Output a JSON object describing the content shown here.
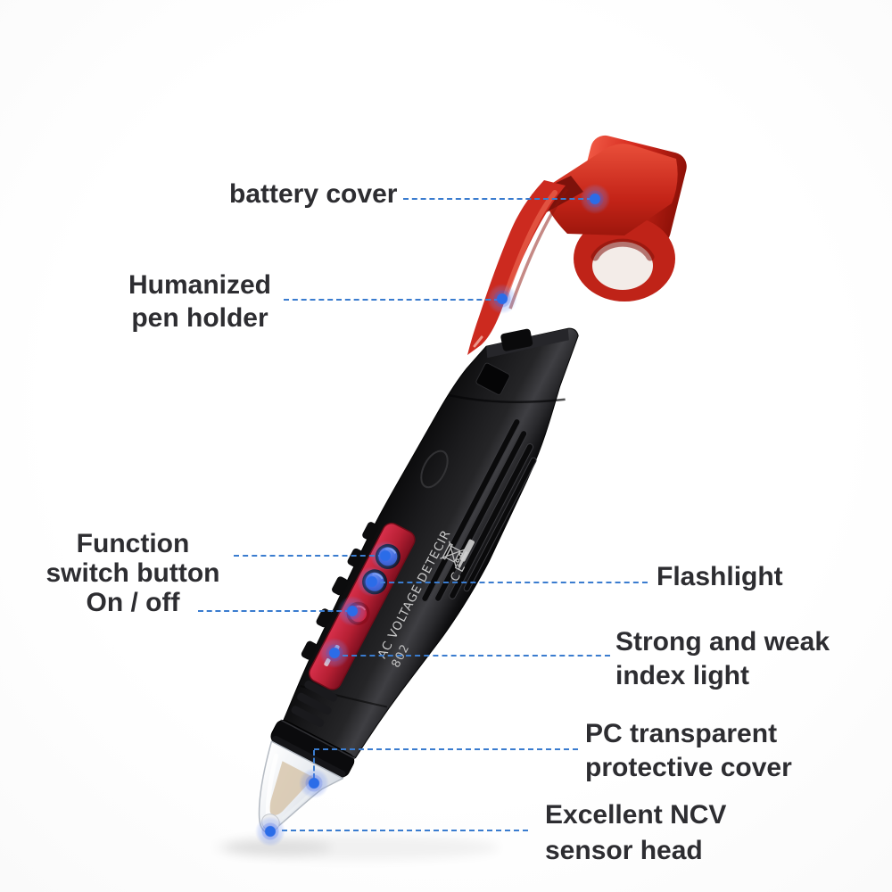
{
  "labels": {
    "battery_cover": "battery cover",
    "pen_holder": [
      "Humanized",
      "pen holder"
    ],
    "function_switch": [
      "Function",
      "switch button",
      "On / off"
    ],
    "flashlight": "Flashlight",
    "index_light": [
      "Strong and weak",
      "index light"
    ],
    "protective_cover": [
      "PC transparent",
      "protective cover"
    ],
    "sensor_head": [
      "Excellent NCV",
      "sensor head"
    ]
  },
  "product": {
    "side_print": "AC VOLTAGE DETECIR",
    "model_number": "802",
    "ce_mark": "CE"
  },
  "icons": {
    "weee": "crossed-out-bin-icon",
    "callout_dot": "blue-glow-dot",
    "leader": "dashed-leader-line"
  },
  "colors": {
    "leader_blue": "#3a7ccf",
    "dot_blue": "#2b6ce8",
    "product_red": "#d0291f",
    "panel_red": "#b51f33",
    "pen_black": "#141416",
    "label_text": "#2d2d31",
    "background": "#ffffff"
  }
}
